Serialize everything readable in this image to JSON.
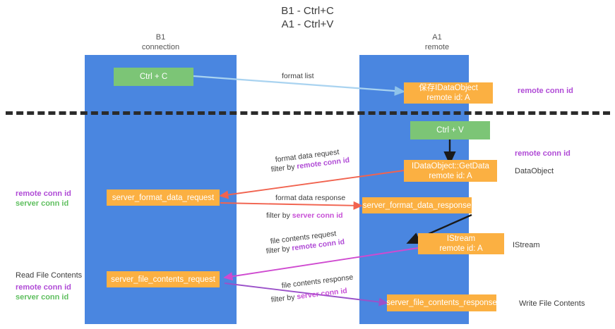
{
  "diagram": {
    "title_line1": "B1 - Ctrl+C",
    "title_line2": "A1 - Ctrl+V",
    "columns": [
      {
        "name": "B1",
        "role": "connection"
      },
      {
        "name": "A1",
        "role": "remote"
      }
    ],
    "colors": {
      "lane": "#4a86e0",
      "box_green": "#7cc576",
      "box_orange": "#fbb042",
      "key_remote": "#b04bd6",
      "key_server": "#5fbf5f",
      "arrow_blue": "#a9d3f0",
      "arrow_red": "#f1634f",
      "arrow_magenta": "#cf4ad0",
      "arrow_purple": "#9b51c9",
      "arrow_black": "#1a1a1a",
      "divider": "#2b2b2b"
    },
    "nodes": {
      "ctrl_c": "Ctrl + C",
      "ctrl_v": "Ctrl + V",
      "save_idataobject_l1": "保存IDataObject",
      "save_idataobject_l2": "remote id: A",
      "getdata_l1": "IDataObject::GetData",
      "getdata_l2": "remote id: A",
      "istream_l1": "IStream",
      "istream_l2": "remote id: A",
      "server_format_data_request": "server_format_data_request",
      "server_format_data_response": "server_format_data_response",
      "server_file_contents_request": "server_file_contents_request",
      "server_file_contents_response": "server_file_contents_response"
    },
    "edges": {
      "format_list": "format list",
      "format_data_request": "format data request",
      "format_data_request_filter_prefix": "filter by ",
      "format_data_request_filter_key": "remote conn id",
      "format_data_response": "format data response",
      "format_data_response_filter_prefix": "filter by ",
      "format_data_response_filter_key": "server conn id",
      "file_contents_request": "file contents request",
      "file_contents_request_filter_prefix": "filter by ",
      "file_contents_request_filter_key": "remote conn id",
      "file_contents_response": "file contents response",
      "file_contents_response_filter_prefix": "filter by ",
      "file_contents_response_filter_key": "server conn id"
    },
    "annotations": {
      "right_remote_conn_id_top": "remote conn id",
      "right_remote_conn_id_mid": "remote conn id",
      "right_dataobject": "DataObject",
      "right_istream": "IStream",
      "right_write_file_contents": "Write File Contents",
      "left_remote_conn_id_mid": "remote conn id",
      "left_server_conn_id_mid": "server conn id",
      "left_read_file_contents": "Read File Contents",
      "left_remote_conn_id_bottom": "remote conn id",
      "left_server_conn_id_bottom": "server conn id"
    }
  }
}
